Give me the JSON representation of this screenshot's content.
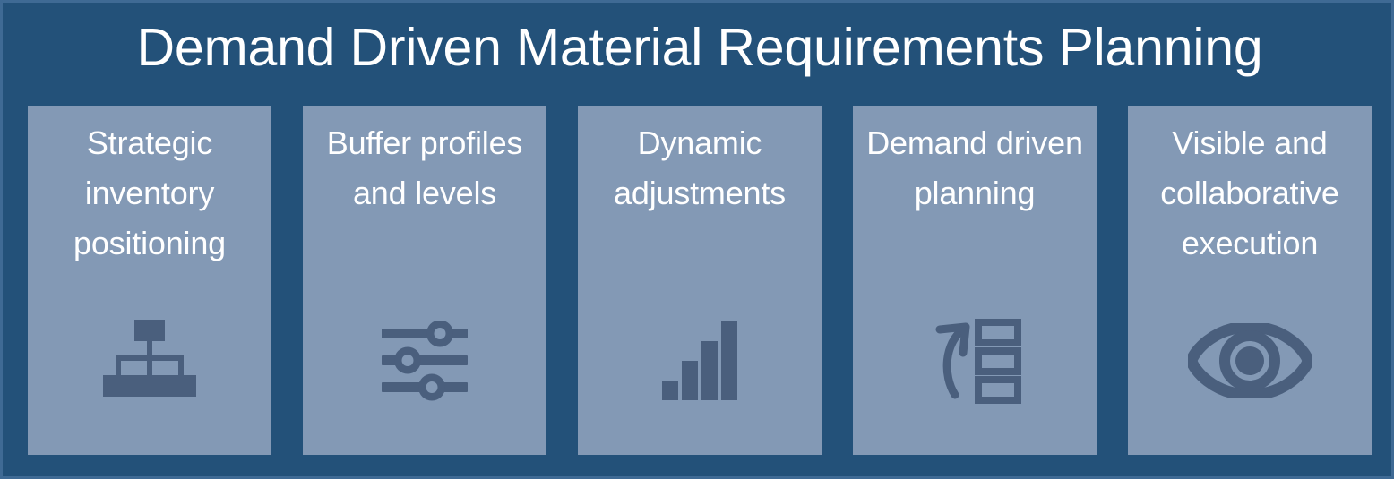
{
  "slide": {
    "title": "Demand Driven Material Requirements Planning",
    "background_color": "#235179",
    "border_color": "#3f6a94",
    "title_color": "#ffffff",
    "card_background_color": "#8399b5",
    "card_text_color": "#ffffff",
    "icon_color": "#4a5f7d"
  },
  "cards": [
    {
      "label": "Strategic inventory positioning",
      "icon": "hierarchy-icon"
    },
    {
      "label": "Buffer profiles and levels",
      "icon": "sliders-icon"
    },
    {
      "label": "Dynamic adjustments",
      "icon": "bar-chart-icon"
    },
    {
      "label": "Demand driven planning",
      "icon": "curved-arrow-stacked-boxes-icon"
    },
    {
      "label": "Visible and collaborative execution",
      "icon": "eye-icon"
    }
  ]
}
